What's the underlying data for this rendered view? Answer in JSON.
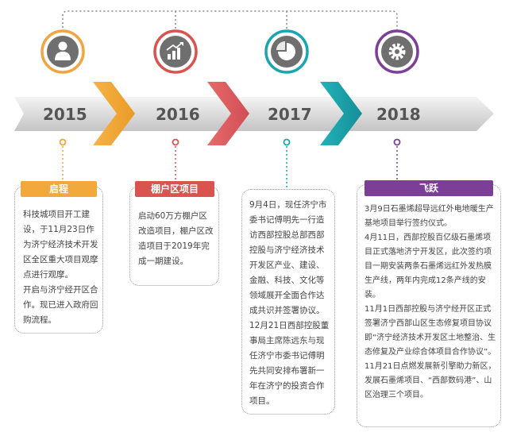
{
  "years": [
    "2015",
    "2016",
    "2017",
    "2018"
  ],
  "milestones": [
    {
      "title": "启程",
      "icon": "person-icon",
      "color": "#f2a93b",
      "body": [
        "科技城项目开工建设，于11月23日作为济宁经济技术开发区全区重大项目观摩点进行观摩。",
        "开启与济宁经开区合作。现已进入政府回购流程。"
      ]
    },
    {
      "title": "棚户区项目",
      "icon": "growth-chart-icon",
      "color": "#d9534f",
      "body": [
        "启动60万方棚户区改造项目，棚户区改造项目于2019年完成一期建设。"
      ]
    },
    {
      "title": "",
      "icon": "pie-chart-icon",
      "color": "#1aa5b0",
      "body": [
        "9月4日，现任济宁市委书记傅明先一行造访西部控股总部西部控股与济宁经济技术开发区产业、建设、金融、科技、文化等领域展开全面合作达成共识并签署协议。",
        "12月21日西部控股董事局主席陈远东与现任济宁市委书记傅明先共同安排布署新一年在济宁的投资合作项目。"
      ]
    },
    {
      "title": "飞跃",
      "icon": "gear-icon",
      "color": "#7b3f98",
      "body": [
        "3月9日石墨烯超导远红外电地暖生产基地项目举行签约仪式。",
        "4月11日，西部控股百亿级石墨烯项目正式落地济宁开发区，此次签约项目一期安装两条石墨烯远红外发热膜生产线，两年内完成12条产线的安装。",
        "11月1日西部控股与济宁经开区正式签署济宁西部山区生态修复项目协议即“济宁经济技术开发区土地整治、生态修复及产业综合体项目合作协议”。",
        "11月21日点燃发展新引擎助力新区，发展石墨烯项目、“西部数码港”、山区治理三个项目。"
      ]
    }
  ]
}
